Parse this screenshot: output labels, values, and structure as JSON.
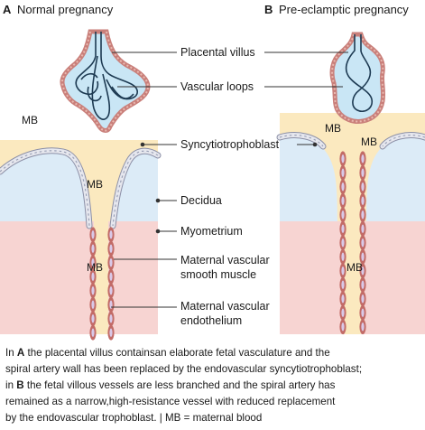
{
  "panels": {
    "a": {
      "letter": "A",
      "title": "Normal pregnancy"
    },
    "b": {
      "letter": "B",
      "title": "Pre-eclamptic pregnancy"
    }
  },
  "labels": {
    "placental_villus": "Placental villus",
    "vascular_loops": "Vascular loops",
    "syncytiotrophoblast": "Syncytiotrophoblast",
    "decidua": "Decidua",
    "myometrium": "Myometrium",
    "smooth_muscle_line1": "Maternal vascular",
    "smooth_muscle_line2": "smooth muscle",
    "endothelium_line1": "Maternal vascular",
    "endothelium_line2": "endothelium"
  },
  "mb": "MB",
  "caption": {
    "line1_pre": "In ",
    "line1_bold": "A",
    "line1_post": " the placental villus containsan elaborate fetal vasculature and the",
    "line2": "spiral artery wall has been replaced by the endovascular syncytiotrophoblast;",
    "line3_pre": "in ",
    "line3_bold": "B",
    "line3_post": " the fetal villous vessels are less branched and the spiral artery has",
    "line4": "remained as a narrow,high-resistance vessel with reduced replacement",
    "line5": "by the endovascular trophoblast.  |  MB = maternal  blood"
  },
  "colors": {
    "maternal_blood": "#fbe9bf",
    "decidua": "#dcebf7",
    "myometrium": "#f7d4d2",
    "villus_fill": "#c9e6f5",
    "villus_border": "#c97f7a",
    "vessel_dark": "#1d3a52",
    "trophoblast_fill": "#e6e7ee",
    "trophoblast_stroke": "#8b8fa6",
    "muscle_fill": "#c26b67",
    "muscle_core": "#d9c9e8",
    "leader_line": "#333333"
  }
}
